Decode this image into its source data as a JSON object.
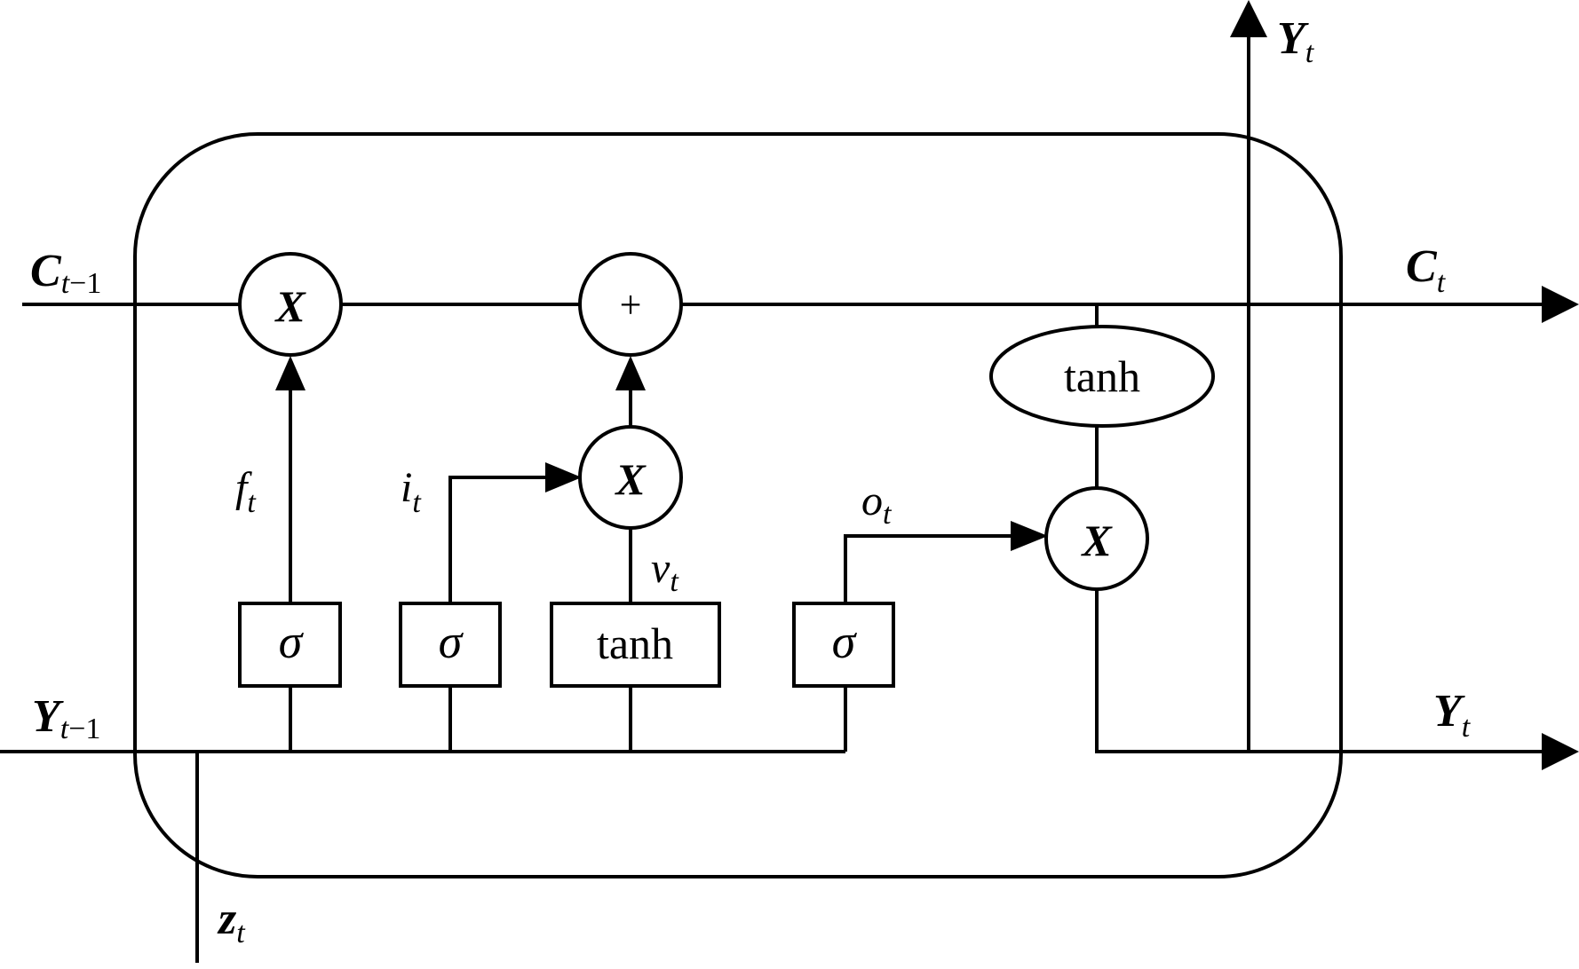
{
  "labels": {
    "c_prev": {
      "main": "C",
      "sub": "t",
      "sub2": "−1"
    },
    "c_out": {
      "main": "C",
      "sub": "t"
    },
    "y_prev": {
      "main": "Y",
      "sub": "t",
      "sub2": "−1"
    },
    "y_out_right": {
      "main": "Y",
      "sub": "t"
    },
    "y_out_top": {
      "main": "Y",
      "sub": "t"
    },
    "z_in": {
      "main": "z",
      "sub": "t"
    },
    "forget_gate": {
      "main": "f",
      "sub": "t"
    },
    "input_gate": {
      "main": "i",
      "sub": "t"
    },
    "candidate": {
      "main": "v",
      "sub": "t"
    },
    "output_gate": {
      "main": "o",
      "sub": "t"
    }
  },
  "operators": {
    "multiply": "X",
    "add": "+",
    "sigma": "σ",
    "tanh": "tanh"
  }
}
